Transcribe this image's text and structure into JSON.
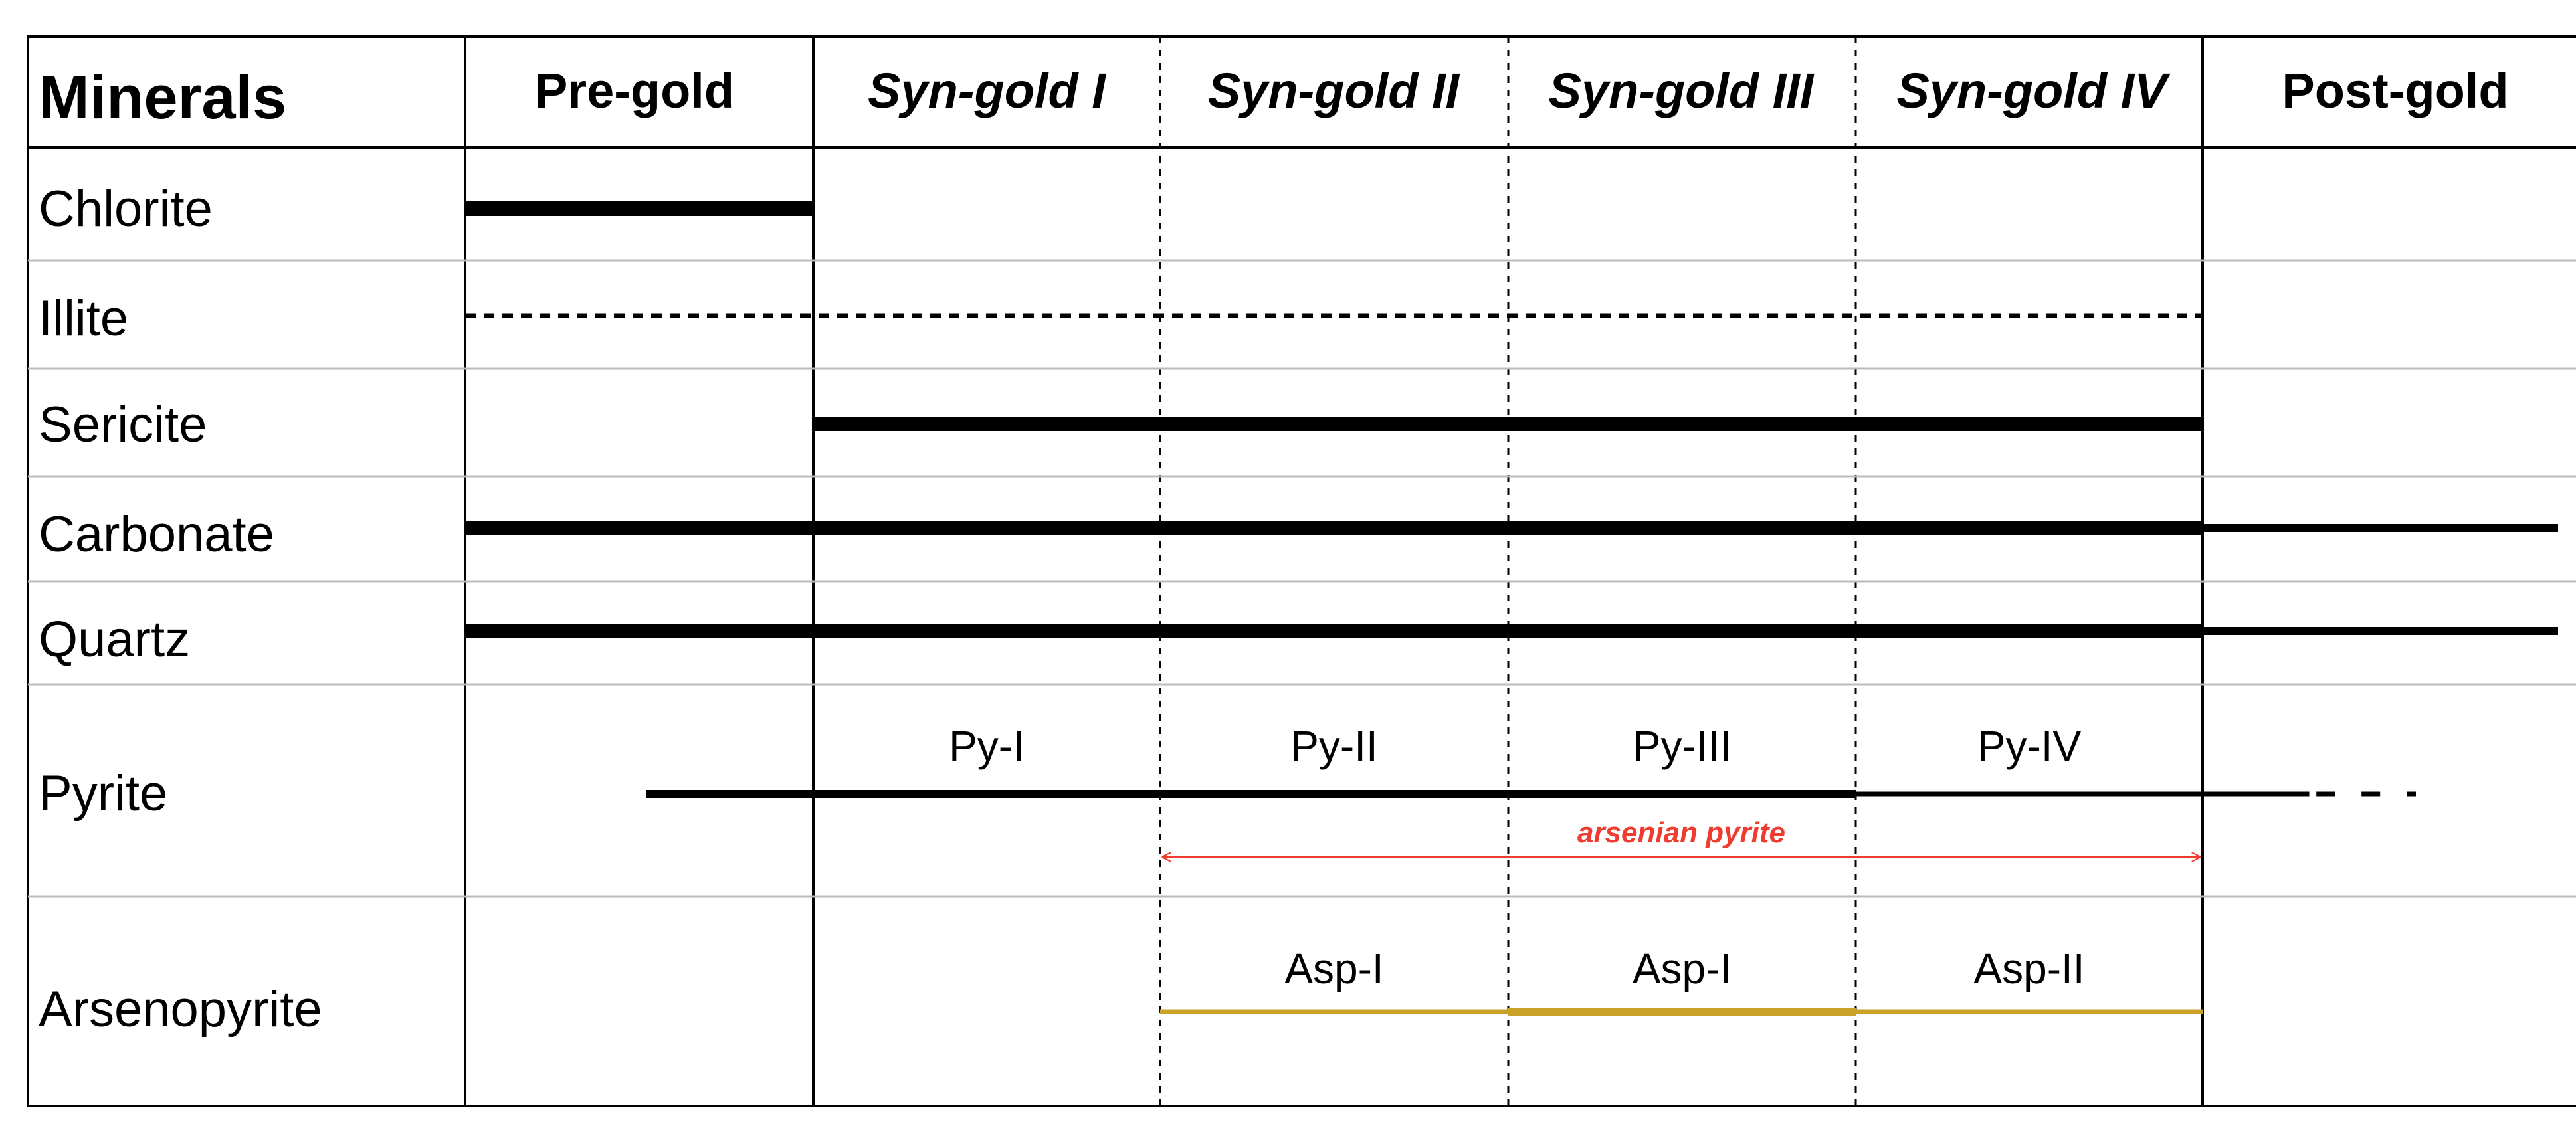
{
  "colors": {
    "grid": "#000000",
    "row_separator": "#bbbbbb",
    "line": "#000000",
    "arsenian_arrow": "#ee3c30",
    "arsenopyrite": "#c9a227"
  },
  "header": {
    "title": "Minerals",
    "stages": [
      {
        "label": "Pre-gold",
        "italic": false
      },
      {
        "label": "Syn-gold I",
        "italic": true
      },
      {
        "label": "Syn-gold II",
        "italic": true
      },
      {
        "label": "Syn-gold III",
        "italic": true
      },
      {
        "label": "Syn-gold IV",
        "italic": true
      },
      {
        "label": "Post-gold",
        "italic": false
      }
    ]
  },
  "minerals": [
    "Chlorite",
    "Illite",
    "Sericite",
    "Carbonate",
    "Quartz",
    "Pyrite",
    "Arsenopyrite"
  ],
  "bars": [
    {
      "mineral": 0,
      "start": 0,
      "end": 1,
      "weight": "thick",
      "style": "solid",
      "color": "line"
    },
    {
      "mineral": 1,
      "start": 0,
      "end": 5,
      "weight": "thin",
      "style": "dashed",
      "color": "line"
    },
    {
      "mineral": 2,
      "start": 1,
      "end": 5,
      "weight": "thick",
      "style": "solid",
      "color": "line"
    },
    {
      "mineral": 3,
      "start": 0,
      "end": 5,
      "weight": "thick",
      "style": "solid",
      "color": "line"
    },
    {
      "mineral": 3,
      "start": 5,
      "end": 6,
      "weight": "medium",
      "style": "solid",
      "color": "line"
    },
    {
      "mineral": 4,
      "start": 0,
      "end": 5,
      "weight": "thick",
      "style": "solid",
      "color": "line"
    },
    {
      "mineral": 4,
      "start": 5,
      "end": 6,
      "weight": "medium",
      "style": "solid",
      "color": "line"
    },
    {
      "mineral": 5,
      "start": 0.52,
      "end": 4,
      "weight": "medium",
      "style": "solid",
      "color": "line"
    },
    {
      "mineral": 5,
      "start": 4,
      "end": 5.3,
      "weight": "thin",
      "style": "solid",
      "color": "line"
    },
    {
      "mineral": 5,
      "start": 5.32,
      "end": 5.6,
      "weight": "thin",
      "style": "dashed-tail",
      "color": "line"
    },
    {
      "mineral": 6,
      "start": 2,
      "end": 3,
      "weight": "thin",
      "style": "solid",
      "color": "arsenopyrite"
    },
    {
      "mineral": 6,
      "start": 3,
      "end": 4,
      "weight": "medium",
      "style": "solid",
      "color": "arsenopyrite"
    },
    {
      "mineral": 6,
      "start": 4,
      "end": 5,
      "weight": "thin",
      "style": "solid",
      "color": "arsenopyrite"
    }
  ],
  "generation_labels": [
    {
      "mineral": 5,
      "stage": 1,
      "text": "Py-I"
    },
    {
      "mineral": 5,
      "stage": 2,
      "text": "Py-II"
    },
    {
      "mineral": 5,
      "stage": 3,
      "text": "Py-III"
    },
    {
      "mineral": 5,
      "stage": 4,
      "text": "Py-IV"
    },
    {
      "mineral": 6,
      "stage": 2,
      "text": "Asp-I"
    },
    {
      "mineral": 6,
      "stage": 3,
      "text": "Asp-I"
    },
    {
      "mineral": 6,
      "stage": 4,
      "text": "Asp-II"
    }
  ],
  "arsenian_pyrite": {
    "label": "arsenian pyrite",
    "mineral": 5,
    "start": 2,
    "end": 5
  }
}
